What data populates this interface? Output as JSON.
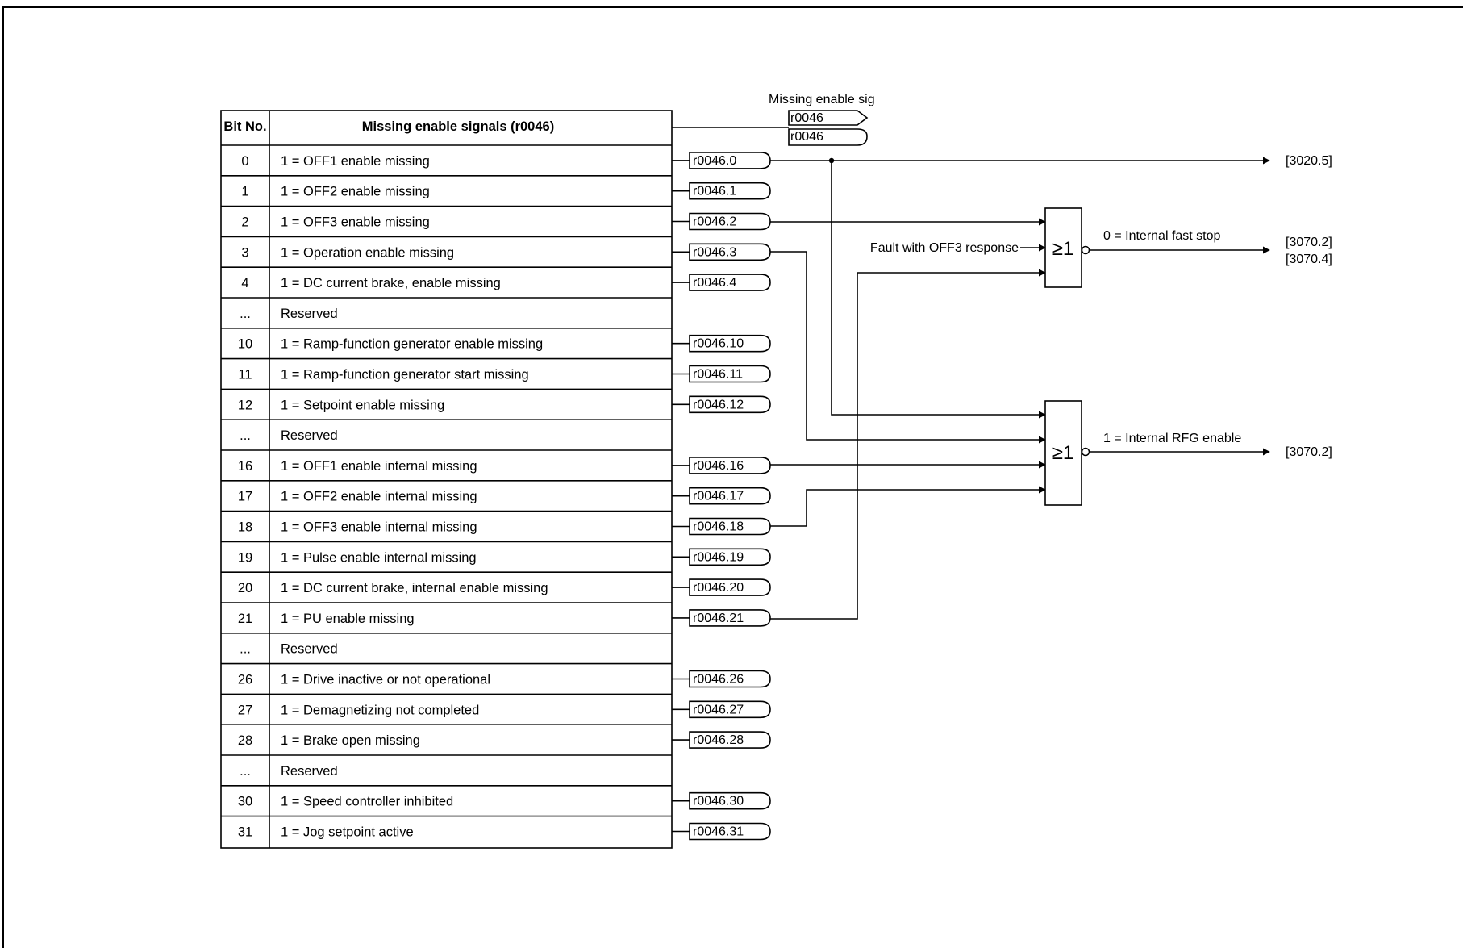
{
  "diagram": {
    "header_output_label": "Missing enable sig",
    "header_output_signals": [
      "r0046",
      "r0046"
    ],
    "table": {
      "col_bit_header": "Bit No.",
      "col_desc_header": "Missing enable signals (r0046)",
      "rows": [
        {
          "bit": "0",
          "desc": "1 = OFF1 enable missing",
          "signal": "r0046.0"
        },
        {
          "bit": "1",
          "desc": "1 = OFF2 enable missing",
          "signal": "r0046.1"
        },
        {
          "bit": "2",
          "desc": "1 = OFF3 enable missing",
          "signal": "r0046.2"
        },
        {
          "bit": "3",
          "desc": "1 = Operation enable missing",
          "signal": "r0046.3"
        },
        {
          "bit": "4",
          "desc": "1 = DC current brake, enable missing",
          "signal": "r0046.4"
        },
        {
          "bit": "...",
          "desc": "Reserved",
          "signal": ""
        },
        {
          "bit": "10",
          "desc": "1 = Ramp-function generator enable missing",
          "signal": "r0046.10"
        },
        {
          "bit": "11",
          "desc": "1 = Ramp-function generator start missing",
          "signal": "r0046.11"
        },
        {
          "bit": "12",
          "desc": "1 = Setpoint enable missing",
          "signal": "r0046.12"
        },
        {
          "bit": "...",
          "desc": "Reserved",
          "signal": ""
        },
        {
          "bit": "16",
          "desc": "1 = OFF1 enable internal missing",
          "signal": "r0046.16"
        },
        {
          "bit": "17",
          "desc": "1 = OFF2 enable internal missing",
          "signal": "r0046.17"
        },
        {
          "bit": "18",
          "desc": "1 = OFF3 enable internal missing",
          "signal": "r0046.18"
        },
        {
          "bit": "19",
          "desc": "1 = Pulse enable internal missing",
          "signal": "r0046.19"
        },
        {
          "bit": "20",
          "desc": "1 = DC current brake, internal enable missing",
          "signal": "r0046.20"
        },
        {
          "bit": "21",
          "desc": "1 = PU enable missing",
          "signal": "r0046.21"
        },
        {
          "bit": "...",
          "desc": "Reserved",
          "signal": ""
        },
        {
          "bit": "26",
          "desc": "1 = Drive inactive or not operational",
          "signal": "r0046.26"
        },
        {
          "bit": "27",
          "desc": "1 = Demagnetizing not completed",
          "signal": "r0046.27"
        },
        {
          "bit": "28",
          "desc": "1 = Brake open missing",
          "signal": "r0046.28"
        },
        {
          "bit": "...",
          "desc": "Reserved",
          "signal": ""
        },
        {
          "bit": "30",
          "desc": "1 = Speed controller inhibited",
          "signal": "r0046.30"
        },
        {
          "bit": "31",
          "desc": "1 = Jog setpoint active",
          "signal": "r0046.31"
        }
      ]
    },
    "gates": {
      "fast_stop": {
        "symbol": "≥1",
        "extra_input_label": "Fault with OFF3 response",
        "output_label": "0 = Internal fast stop",
        "output_refs": [
          "[3070.2]",
          "[3070.4]"
        ]
      },
      "rfg_enable": {
        "symbol": "≥1",
        "output_label": "1 = Internal RFG enable",
        "output_refs": [
          "[3070.2]"
        ]
      }
    },
    "bit0_ref": "[3020.5]"
  }
}
